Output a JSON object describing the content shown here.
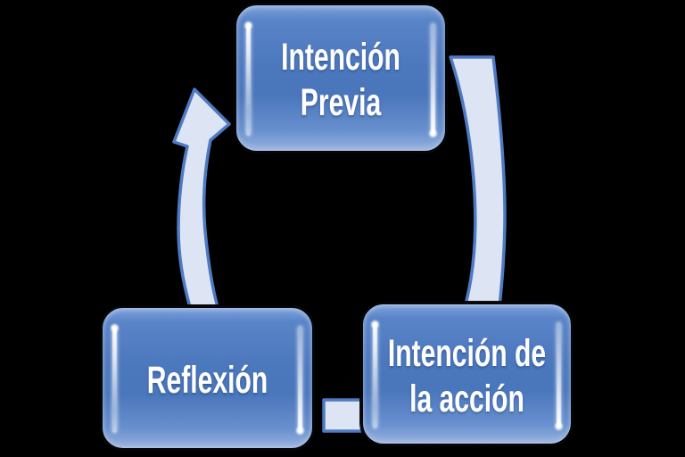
{
  "diagram": {
    "type": "cycle",
    "direction": "clockwise",
    "nodes": [
      {
        "id": "intencion-previa",
        "label": "Intención Previa",
        "lines": [
          "Intención",
          "Previa"
        ],
        "position": "top"
      },
      {
        "id": "intencion-de-la-accion",
        "label": "Intención de la acción",
        "lines": [
          "Intención de",
          "la acción"
        ],
        "position": "bottom-right"
      },
      {
        "id": "reflexion",
        "label": "Reflexión",
        "lines": [
          "Reflexión"
        ],
        "position": "bottom-left"
      }
    ],
    "edges": [
      {
        "from": "reflexion",
        "to": "intencion-previa",
        "style": "curved-band-with-arrowhead",
        "side": "left"
      },
      {
        "from": "intencion-previa",
        "to": "intencion-de-la-accion",
        "style": "curved-band",
        "side": "right"
      },
      {
        "from": "intencion-de-la-accion",
        "to": "reflexion",
        "style": "short-band",
        "side": "bottom-center"
      }
    ]
  },
  "colors": {
    "background": "#000000",
    "node-fill": "#4b77bd",
    "node-fill-light": "#7da1db",
    "node-border": "#060606",
    "node-text": "#ffffff",
    "arrow-fill": "#dde4f3",
    "arrow-stroke": "#4d7ac2",
    "gloss-streak": "#ffffff"
  }
}
